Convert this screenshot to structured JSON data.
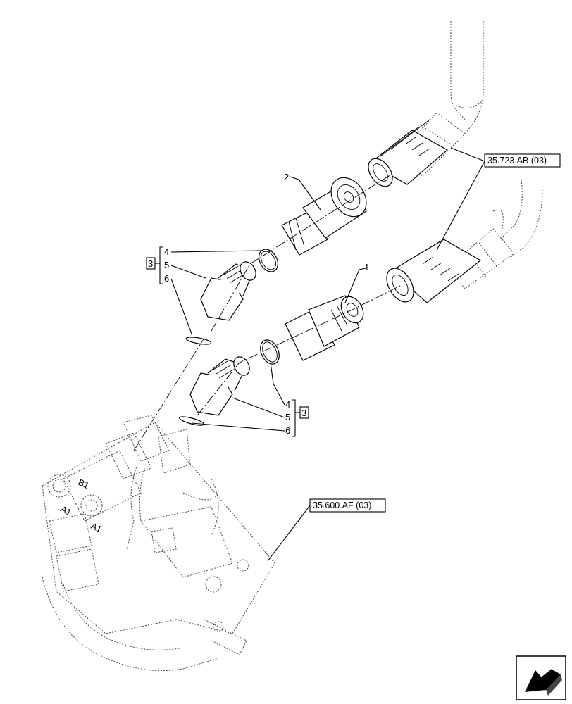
{
  "callouts": {
    "item1": "1",
    "item2": "2",
    "upper_set": {
      "bracket_ref": "3",
      "item4": "4",
      "item5": "5",
      "item6": "6"
    },
    "lower_set": {
      "bracket_ref": "3",
      "item4": "4",
      "item5": "5",
      "item6": "6"
    }
  },
  "references": {
    "top_ref": "35.723.AB (03)",
    "bottom_ref": "35.600.AF (03)"
  },
  "valve_labels": {
    "label_a": "B1",
    "label_b": "A1",
    "label_c": "A1"
  },
  "nav_icon": "arrow-left-icon"
}
